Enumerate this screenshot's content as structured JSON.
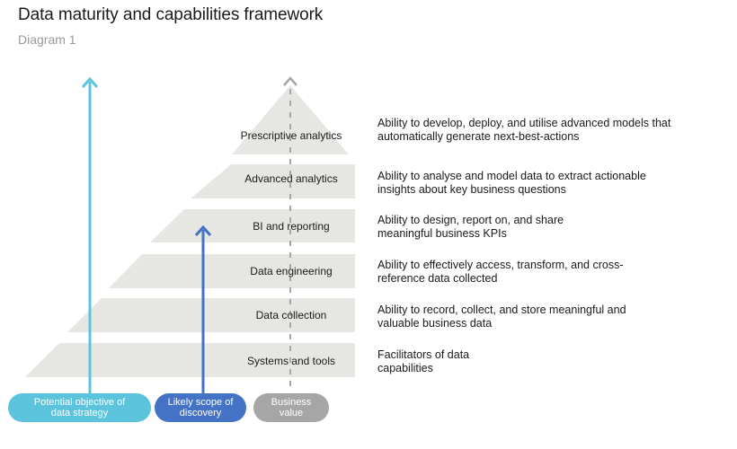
{
  "header": {
    "title": "Data maturity and capabilities framework",
    "subtitle": "Diagram 1"
  },
  "tiers": [
    {
      "label": "Prescriptive analytics",
      "description": "Ability to develop, deploy, and utilise advanced models that automatically generate next-best-actions"
    },
    {
      "label": "Advanced analytics",
      "description": "Ability to analyse and model data to extract actionable insights about key business questions"
    },
    {
      "label": "BI and reporting",
      "description": "Ability to design, report on, and share meaningful business KPIs"
    },
    {
      "label": "Data engineering",
      "description": "Ability to effectively access, transform, and cross-reference data collected"
    },
    {
      "label": "Data collection",
      "description": "Ability to record, collect, and store meaningful and valuable business data"
    },
    {
      "label": "Systems and tools",
      "description": "Facilitators of data capabilities"
    }
  ],
  "legend": {
    "objective": "Potential objective of data strategy",
    "scope": "Likely scope of discovery",
    "value": "Business value"
  },
  "colors": {
    "tier_fill": "#e6e6e2",
    "objective": "#5cc3dd",
    "scope": "#4472c4",
    "value": "#a6a6a6"
  },
  "icons": {
    "objective_arrow": "arrow-up-icon",
    "scope_arrow": "arrow-up-icon",
    "value_arrow": "arrow-up-icon"
  }
}
